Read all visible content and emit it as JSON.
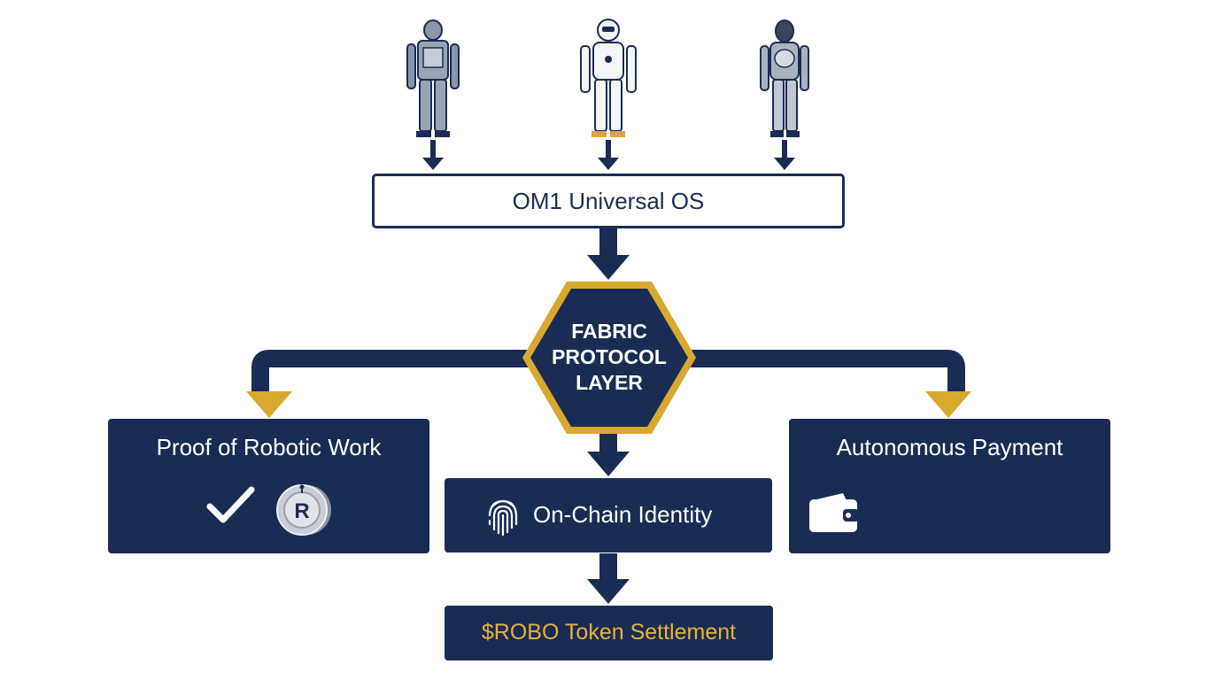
{
  "colors": {
    "navy": "#1b2c54",
    "gold": "#d9a82f",
    "settlement_text": "#e3b43a"
  },
  "robots": [
    {
      "name": "robot-grey-icon"
    },
    {
      "name": "robot-white-icon"
    },
    {
      "name": "robot-dark-icon"
    }
  ],
  "os_layer": {
    "label": "OM1 Universal OS"
  },
  "protocol_layer": {
    "line1": "FABRIC",
    "line2": "PROTOCOL",
    "line3": "LAYER"
  },
  "proof_of_work": {
    "label": "Proof of Robotic Work",
    "icons": [
      "checkmark-icon",
      "robo-coin-icon"
    ],
    "coin_letter": "R"
  },
  "identity": {
    "label": "On-Chain Identity",
    "icon": "fingerprint-icon"
  },
  "payment": {
    "label": "Autonomous Payment",
    "icon": "wallet-icon"
  },
  "settlement": {
    "label": "$ROBO Token Settlement"
  }
}
